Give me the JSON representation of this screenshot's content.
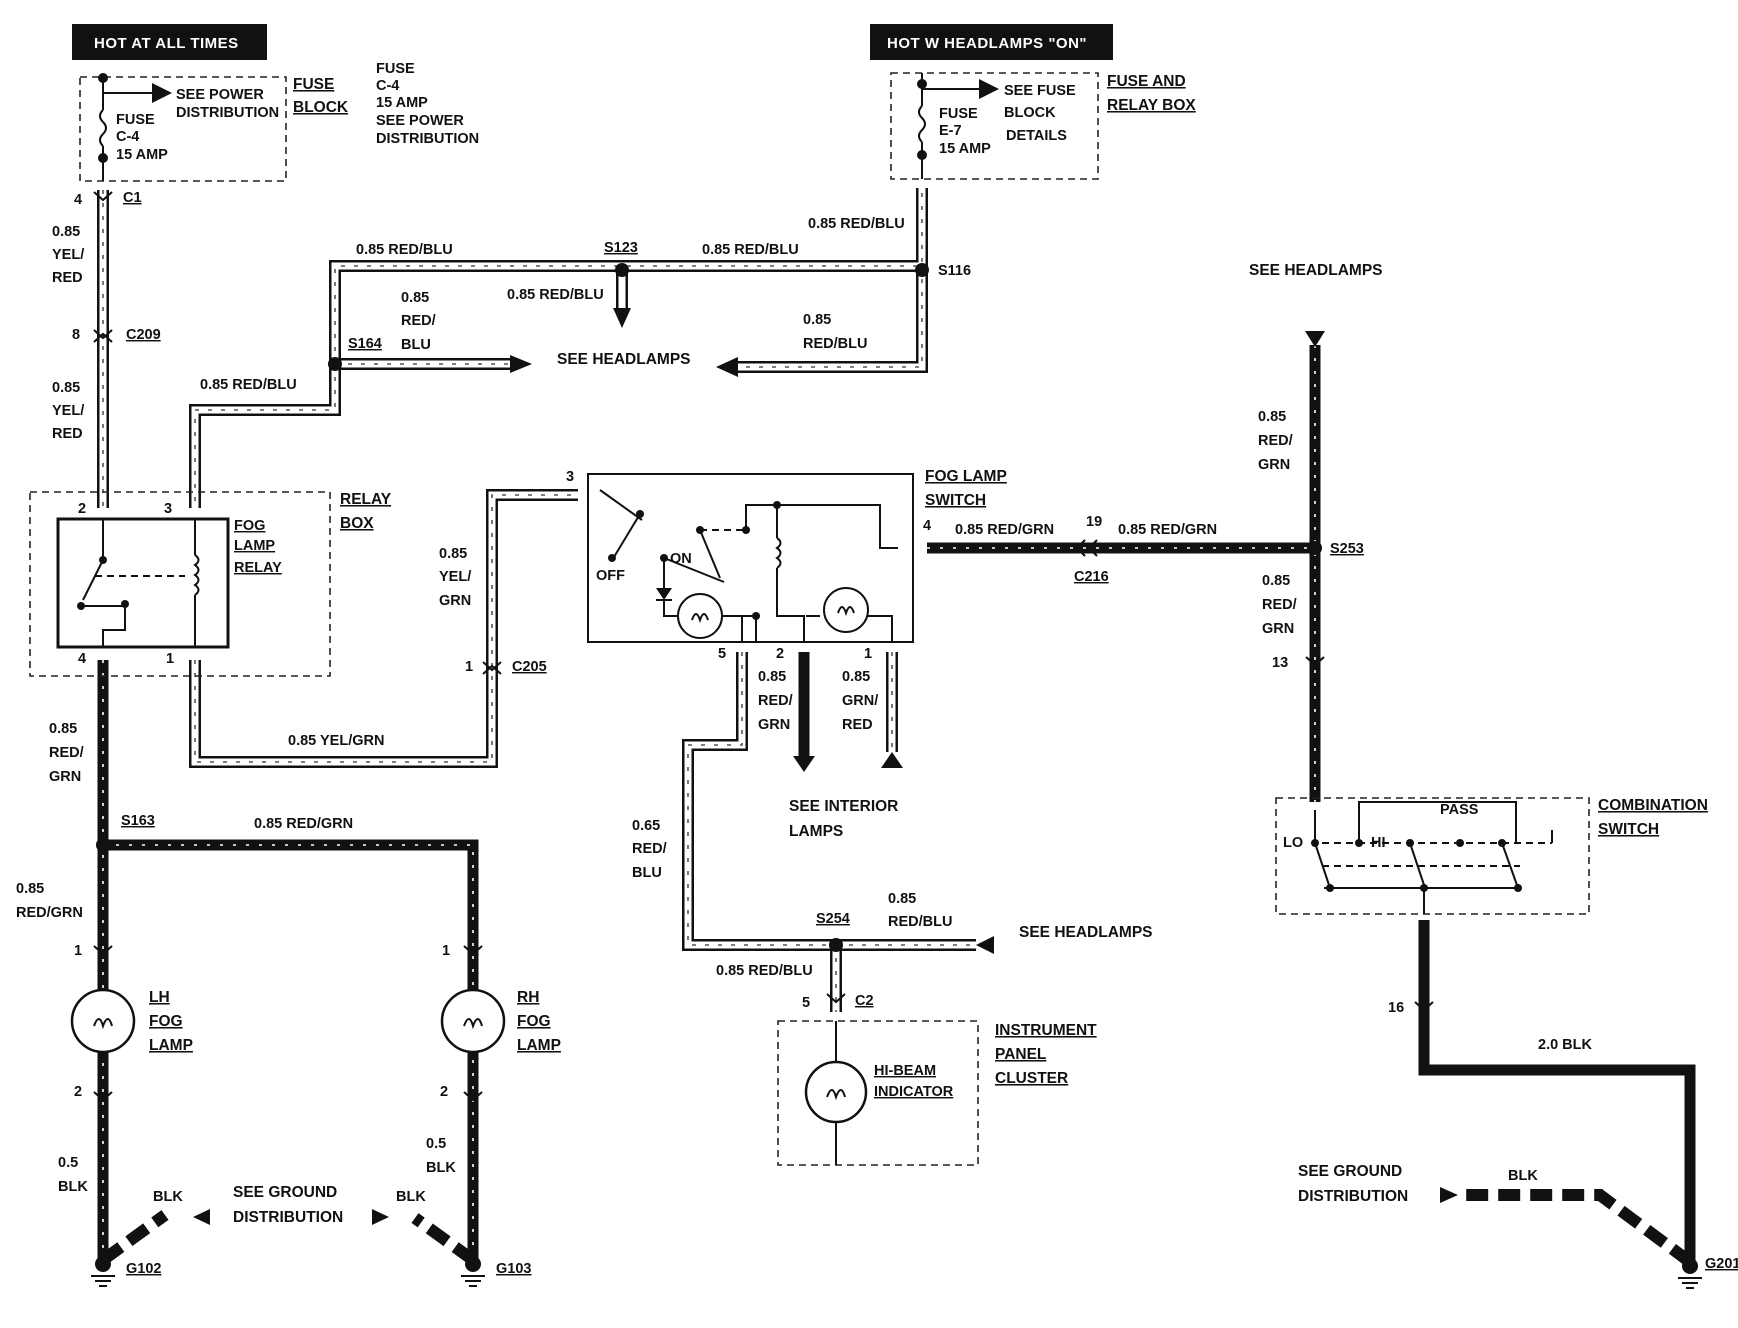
{
  "headers": {
    "hot_at_all_times": "HOT AT ALL TIMES",
    "hot_w_headlamps_on": "HOT W  HEADLAMPS \"ON\""
  },
  "fuse_block": {
    "title_1": "FUSE",
    "title_2": "BLOCK",
    "see_power": "SEE POWER",
    "distribution": "DISTRIBUTION",
    "fuse": "FUSE",
    "fuse_id": "C-4",
    "fuse_amp": "15 AMP",
    "side_fuse": "FUSE",
    "side_id": "C-4",
    "side_amp": "15 AMP",
    "side_see": "SEE POWER",
    "side_dist": "DISTRIBUTION"
  },
  "fuse_relay_box": {
    "title_1": "FUSE AND",
    "title_2": "RELAY BOX",
    "see_fuse": "SEE FUSE",
    "block": "BLOCK",
    "details": "DETAILS",
    "fuse": "FUSE",
    "fuse_id": "E-7",
    "fuse_amp": "15 AMP"
  },
  "connectors": {
    "c1_pin": "4",
    "c1": "C1",
    "c209_pin": "8",
    "c209": "C209",
    "c205_pin": "1",
    "c205": "C205",
    "c216_pin": "19",
    "c216": "C216",
    "c2_pin": "5",
    "c2": "C2",
    "comb_pin_13": "13",
    "comb_pin_16": "16"
  },
  "splices": {
    "s123": "S123",
    "s116": "S116",
    "s164": "S164",
    "s163": "S163",
    "s253": "S253",
    "s254": "S254"
  },
  "wires": {
    "w_085": "0.85",
    "w_yel": "YEL/",
    "w_red": "RED",
    "w_red_slash": "RED/",
    "w_blu": "BLU",
    "w_grn": "GRN",
    "w_red_grn": "RED/GRN",
    "w_red_blu": "0.85 RED/BLU",
    "w_red_blu_short": "RED/BLU",
    "w_yel_grn": "0.85 YEL/GRN",
    "w_red_grn_full": "0.85 RED/GRN",
    "w_grn_slash": "GRN/",
    "w_05": "0.5",
    "w_blk": "BLK",
    "w_20_blk": "2.0 BLK",
    "w_065": "0.65"
  },
  "relay_box": {
    "title_1": "RELAY",
    "title_2": "BOX",
    "relay_1": "FOG",
    "relay_2": "LAMP",
    "relay_3": "RELAY",
    "pin2": "2",
    "pin3": "3",
    "pin4": "4",
    "pin1": "1"
  },
  "fog_switch": {
    "title_1": "FOG LAMP",
    "title_2": "SWITCH",
    "off": "OFF",
    "on": "ON",
    "pin3": "3",
    "pin4": "4",
    "pin5": "5",
    "pin2": "2",
    "pin1": "1"
  },
  "lamps": {
    "lh_1": "LH",
    "lh_2": "FOG",
    "lh_3": "LAMP",
    "rh_1": "RH",
    "rh_2": "FOG",
    "rh_3": "LAMP",
    "pin1": "1",
    "pin2": "2"
  },
  "cluster": {
    "title_1": "INSTRUMENT",
    "title_2": "PANEL",
    "title_3": "CLUSTER",
    "ind_1": "HI-BEAM",
    "ind_2": "INDICATOR"
  },
  "combination_switch": {
    "title_1": "COMBINATION",
    "title_2": "SWITCH",
    "lo": "LO",
    "hi": "HI",
    "pass": "PASS"
  },
  "references": {
    "see_headlamps": "SEE HEADLAMPS",
    "see_interior_1": "SEE  INTERIOR",
    "see_interior_2": "LAMPS",
    "see_ground_1": "SEE GROUND",
    "see_ground_2": "DISTRIBUTION"
  },
  "grounds": {
    "g102": "G102",
    "g103": "G103",
    "g201": "G201"
  }
}
